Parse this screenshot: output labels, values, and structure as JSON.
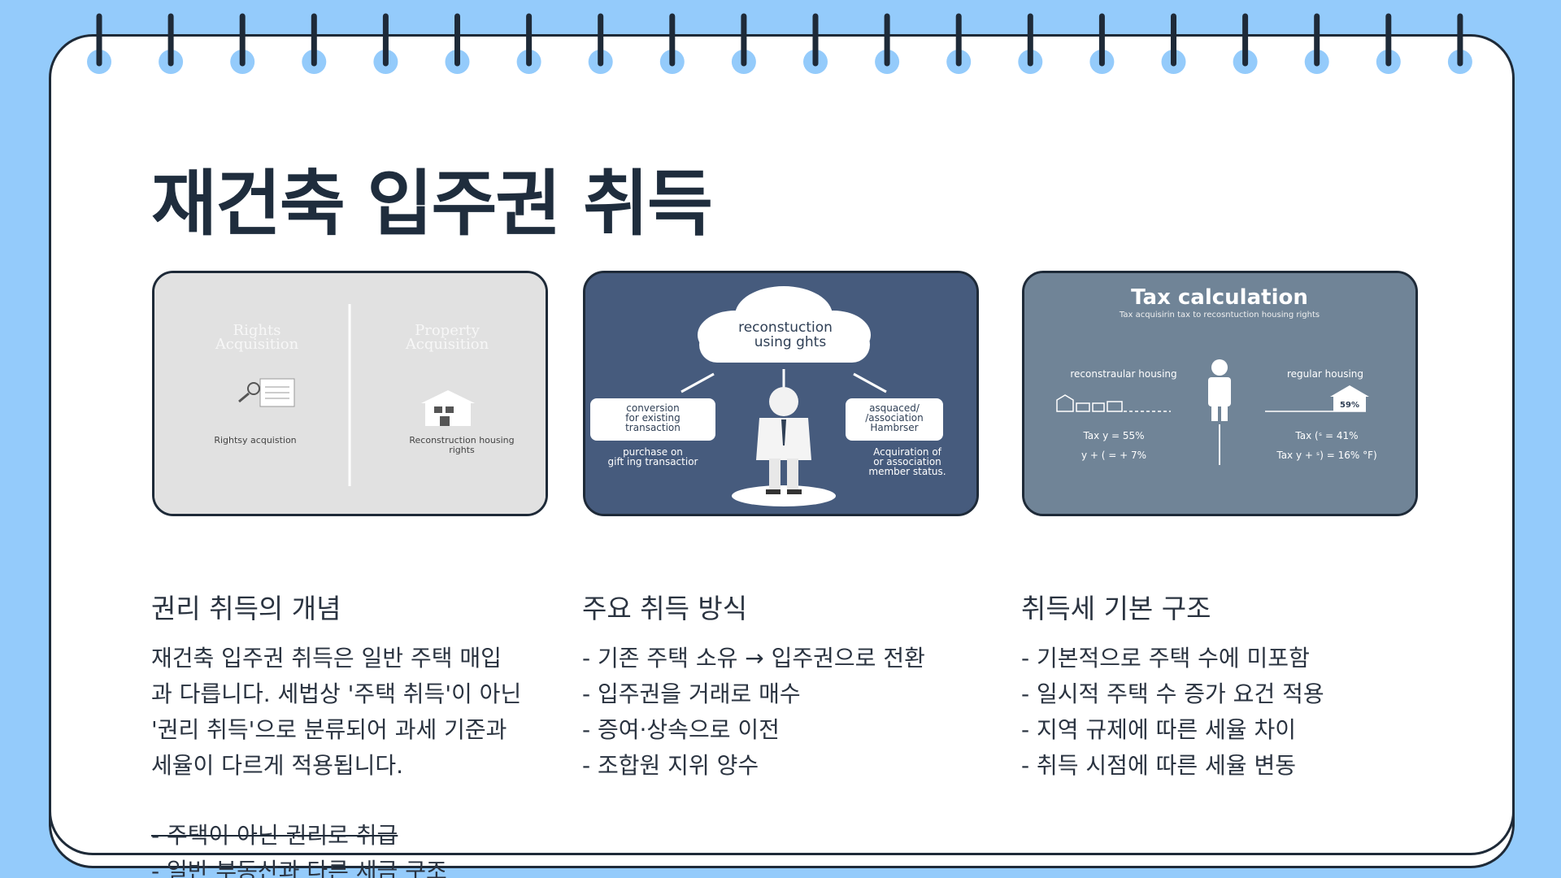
{
  "page": {
    "title": "재건축 입주권 취득",
    "colors": {
      "background": "#94cbfb",
      "ring_hole": "#94cbfb",
      "ink": "#1e2a38"
    }
  },
  "cards": [
    {
      "left_header_1": "Rights",
      "left_header_2": "Acquisition",
      "right_header_1": "Property",
      "right_header_2": "Acquisition",
      "left_caption": "Rightsy acquistion",
      "right_caption_1": "Reconstruction housing",
      "right_caption_2": "rights",
      "bg": "#e1e1e1"
    },
    {
      "cloud_1": "reconstuction",
      "cloud_2": "using ghts",
      "box_left": [
        "conversion",
        "for existing",
        "transaction"
      ],
      "box_right": [
        "asquaced/",
        "/association",
        "Hambrser"
      ],
      "cap_left": [
        "purchase on",
        "gift ing transactior"
      ],
      "cap_right": [
        "Acquiration of",
        "or association",
        "member status."
      ],
      "bg": "#465b7d"
    },
    {
      "title": "Tax calculation",
      "subtitle": "Tax acquisirin tax to recosntuction housing rights",
      "left_label": "reconstraular housing",
      "right_label": "regular housing",
      "badge": "59%",
      "left_line_1": "Tax y  =  55%",
      "left_line_2": "y  +  (   =  +  7%",
      "right_line_1": "Tax (ˢ  =  41%",
      "right_line_2": "Tax y  +  ˢ)  =  16% °F)",
      "bg": "#708497"
    }
  ],
  "columns": [
    {
      "heading": "권리 취득의 개념",
      "lines": [
        "재건축 입주권 취득은 일반 주택 매입",
        "과 다릅니다. 세법상 '주택 취득'이 아닌",
        "'권리 취득'으로 분류되어 과세 기준과",
        "세율이 다르게 적용됩니다."
      ],
      "overflow_bullets": [
        "- 주택이 아닌 권리로 취급",
        "- 일반 부동산과 다른 세금 구조"
      ]
    },
    {
      "heading": "주요 취득 방식",
      "bullets": [
        "- 기존 주택 소유 → 입주권으로 전환",
        "- 입주권을 거래로 매수",
        "- 증여·상속으로 이전",
        "- 조합원 지위 양수"
      ]
    },
    {
      "heading": "취득세 기본 구조",
      "bullets": [
        "- 기본적으로 주택 수에 미포함",
        "- 일시적 주택 수 증가 요건 적용",
        "- 지역 규제에 따른 세율 차이",
        "- 취득 시점에 따른 세율 변동"
      ]
    }
  ]
}
